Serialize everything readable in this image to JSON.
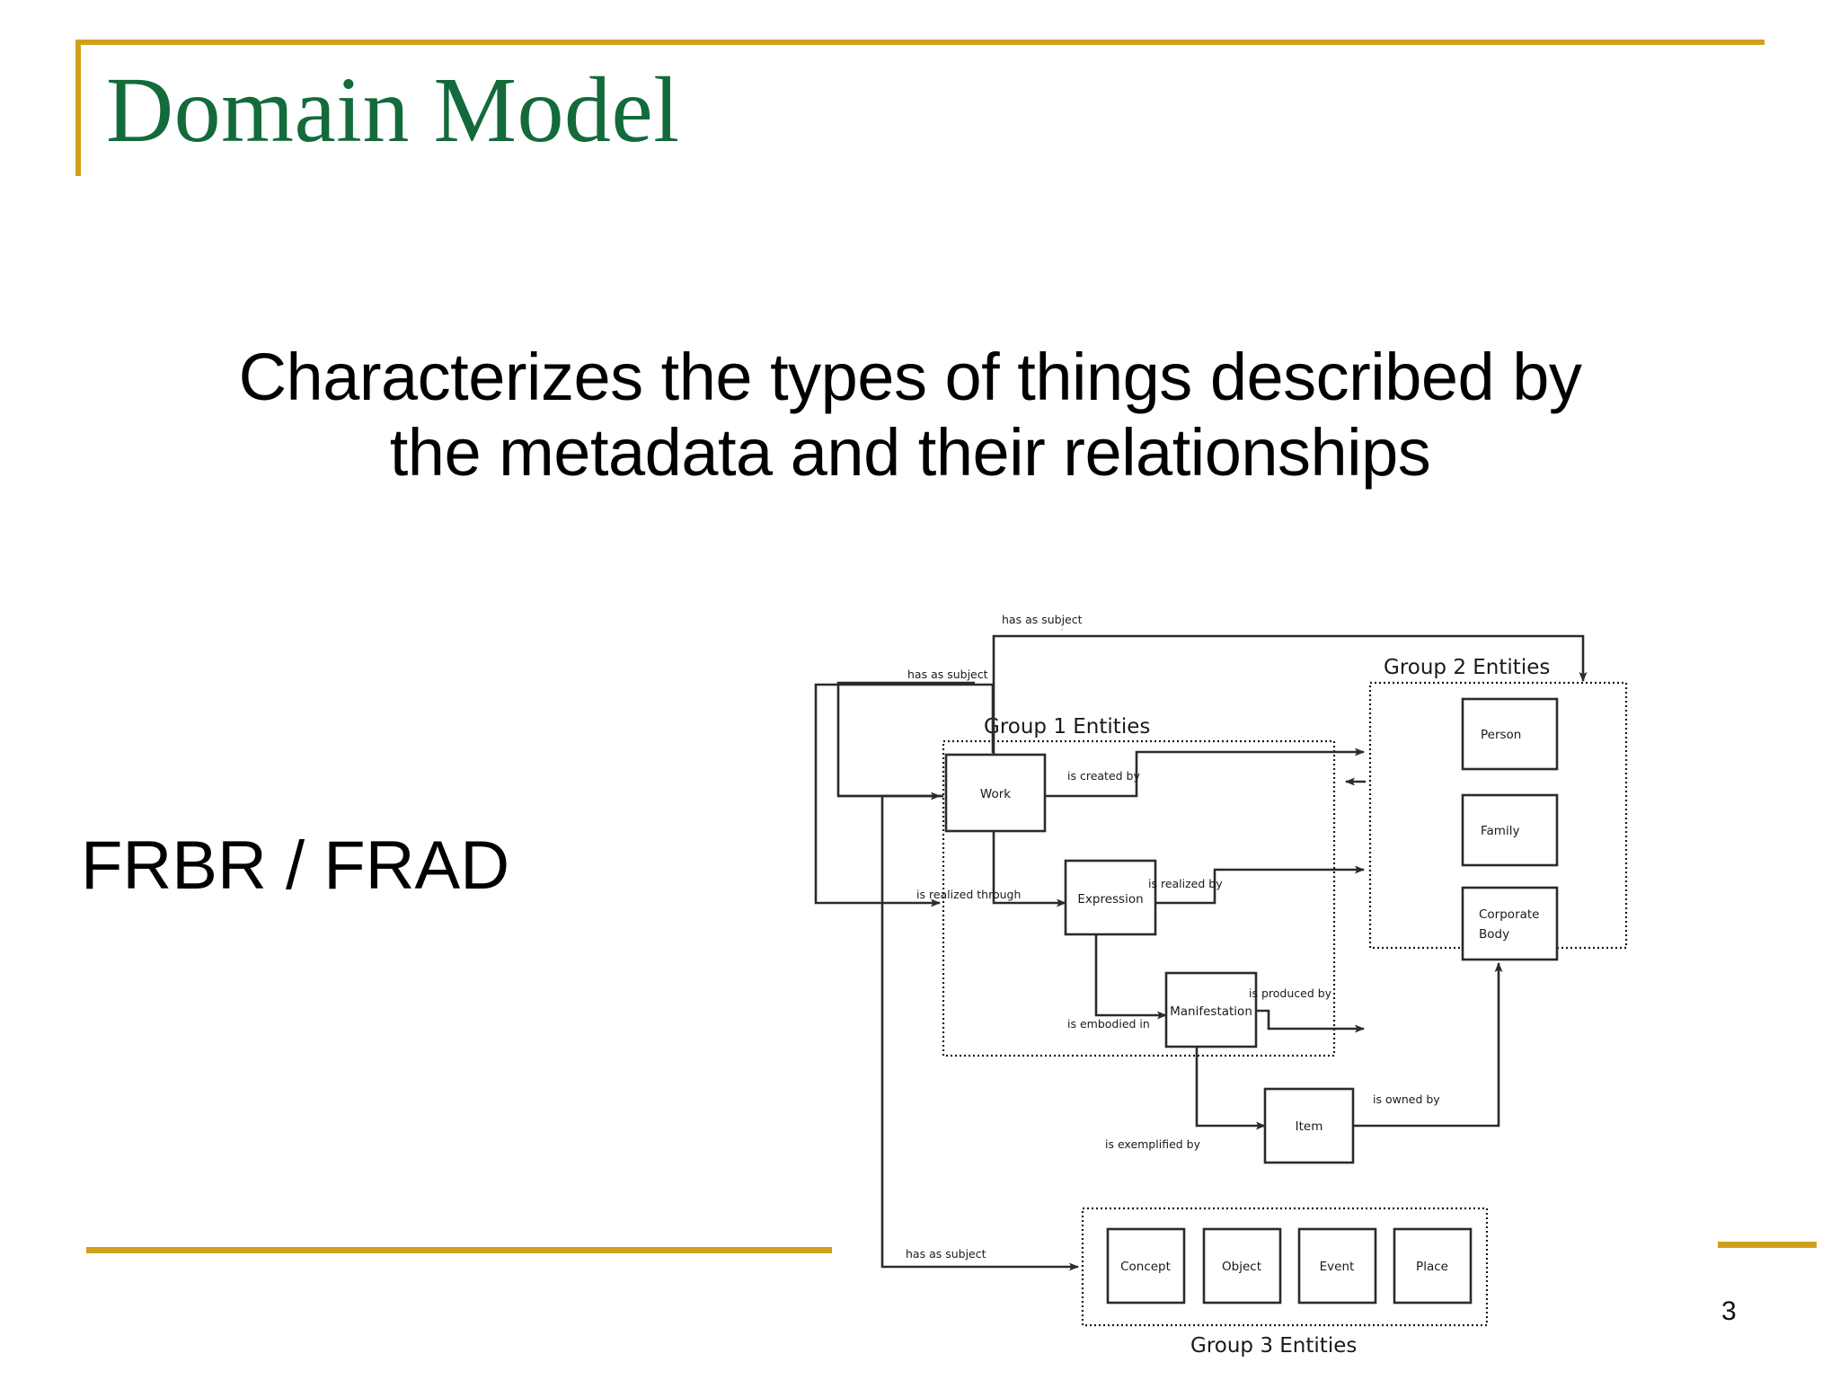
{
  "slide": {
    "title": "Domain Model",
    "page_number": "3",
    "accent_gold": "#D1A01B",
    "title_green": "#136A3B"
  },
  "body": {
    "line1": "Characterizes the types of things described by",
    "line2": "the metadata and their relationships",
    "subtitle": "FRBR / FRAD"
  },
  "diagram": {
    "groups": [
      {
        "id": "group1",
        "title": "Group 1 Entities"
      },
      {
        "id": "group2",
        "title": "Group 2 Entities"
      },
      {
        "id": "group3",
        "title": "Group 3 Entities"
      }
    ],
    "group1_entities": [
      "Work",
      "Expression",
      "Manifestation",
      "Item"
    ],
    "group2_entities": [
      "Person",
      "Family",
      "Corporate Body"
    ],
    "group2_entities_split": [
      {
        "l1": "Person",
        "l2": ""
      },
      {
        "l1": "Family",
        "l2": ""
      },
      {
        "l1": "Corporate",
        "l2": "Body"
      }
    ],
    "group3_entities": [
      "Concept",
      "Object",
      "Event",
      "Place"
    ],
    "relationships": [
      "has as subject",
      "has as subject",
      "has as subject",
      "is created by",
      "is realized through",
      "is realized by",
      "is embodied in",
      "is produced by",
      "is exemplified by",
      "is owned by"
    ],
    "labels": {
      "has_as_subject_top": "has as subject",
      "has_as_subject_mid": "has as subject",
      "has_as_subject_bottom": "has as subject",
      "is_created_by": "is created by",
      "is_realized_through": "is realized through",
      "is_realized_by": "is realized by",
      "is_embodied_in": "is embodied in",
      "is_produced_by": "is produced by",
      "is_exemplified_by": "is exemplified by",
      "is_owned_by": "is owned by"
    }
  }
}
